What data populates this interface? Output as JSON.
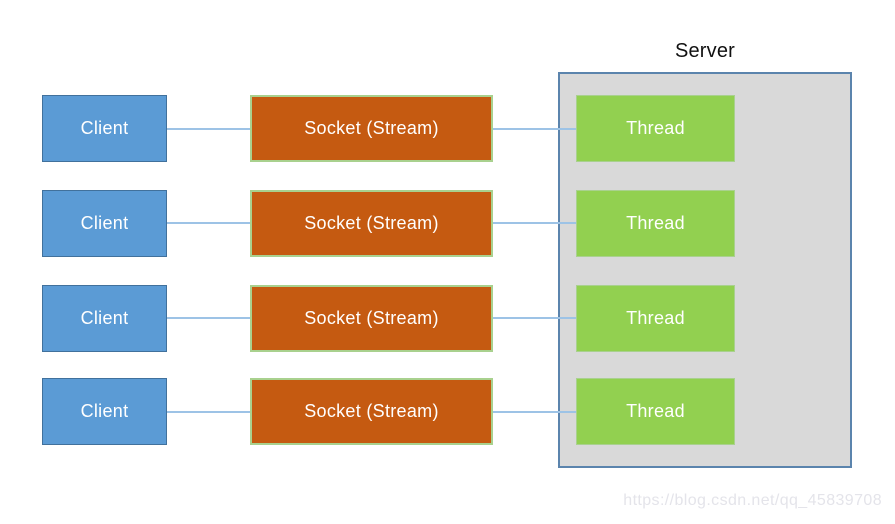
{
  "server": {
    "label": "Server"
  },
  "rows": [
    {
      "client": "Client",
      "socket": "Socket (Stream)",
      "thread": "Thread"
    },
    {
      "client": "Client",
      "socket": "Socket (Stream)",
      "thread": "Thread"
    },
    {
      "client": "Client",
      "socket": "Socket (Stream)",
      "thread": "Thread"
    },
    {
      "client": "Client",
      "socket": "Socket (Stream)",
      "thread": "Thread"
    }
  ],
  "watermark": "https://blog.csdn.net/qq_45839708",
  "colors": {
    "client_fill": "#5B9BD5",
    "client_border": "#41719C",
    "socket_fill": "#C55A11",
    "socket_border": "#A9D18E",
    "thread_fill": "#92D050",
    "thread_border": "#A9D18E",
    "server_fill": "#D9D9D9",
    "server_border": "#5B84AD",
    "connector": "#9DC3E6",
    "box_text": "#FFFFFF",
    "title_text": "#111111",
    "watermark_text": "#E4E4EA"
  }
}
